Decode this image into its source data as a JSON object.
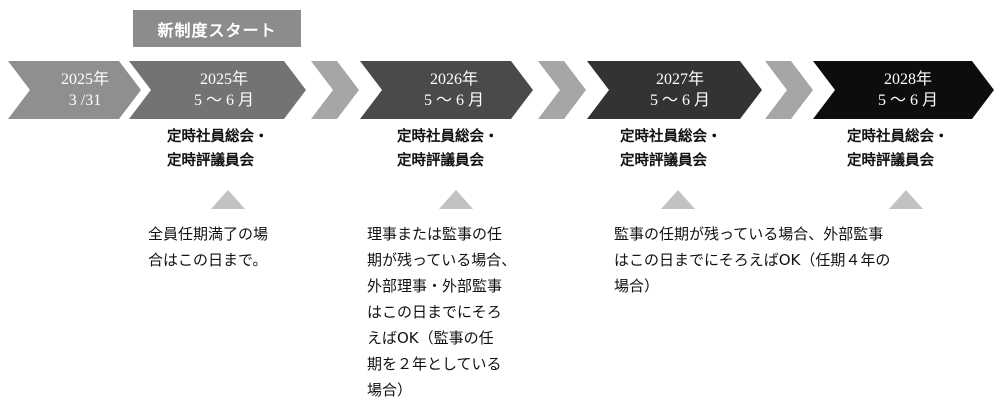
{
  "colors": {
    "arrow_1": "#8f8f8f",
    "arrow_2": "#737373",
    "arrow_4": "#4a4a4a",
    "arrow_6": "#333333",
    "arrow_8": "#0d0d0d",
    "connector": "#a6a6a6",
    "triangle": "#c2c2c2",
    "badge": "#8c8c8c"
  },
  "badge": {
    "label": "新制度スタート"
  },
  "stages": [
    {
      "line1": "2025年",
      "line2": "3 /31"
    },
    {
      "line1": "2025年",
      "line2": "5 〜 6 月",
      "meeting1": "定時社員総会・",
      "meeting2": "定時評議員会"
    },
    {
      "line1": "2026年",
      "line2": "5 〜 6 月",
      "meeting1": "定時社員総会・",
      "meeting2": "定時評議員会"
    },
    {
      "line1": "2027年",
      "line2": "5 〜 6 月",
      "meeting1": "定時社員総会・",
      "meeting2": "定時評議員会"
    },
    {
      "line1": "2028年",
      "line2": "5 〜 6 月",
      "meeting1": "定時社員総会・",
      "meeting2": "定時評議員会"
    }
  ],
  "notes": {
    "note_1": [
      "全員任期満了の場",
      "合はこの日まで。"
    ],
    "note_2": [
      "理事または監事の任",
      "期が残っている場合、",
      "外部理事・外部監事",
      "はこの日までにそろ",
      "えばOK（監事の任",
      "期を２年としている",
      "場合）"
    ],
    "note_3": [
      "監事の任期が残っている場合、外部監事",
      "はこの日までにそろえばOK（任期４年の",
      "場合）"
    ]
  }
}
